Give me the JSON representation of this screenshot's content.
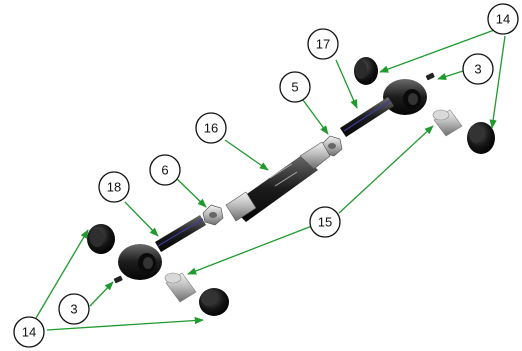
{
  "callouts": {
    "c14_top": "14",
    "c17": "17",
    "c3_top": "3",
    "c5": "5",
    "c16": "16",
    "c6": "6",
    "c18": "18",
    "c15": "15",
    "c3_bottom": "3",
    "c14_bottom": "14"
  },
  "colors": {
    "leader": "#1f9a2e",
    "rod_highlight": "#3a3aa0",
    "part_dark": "#2a2a2a"
  }
}
